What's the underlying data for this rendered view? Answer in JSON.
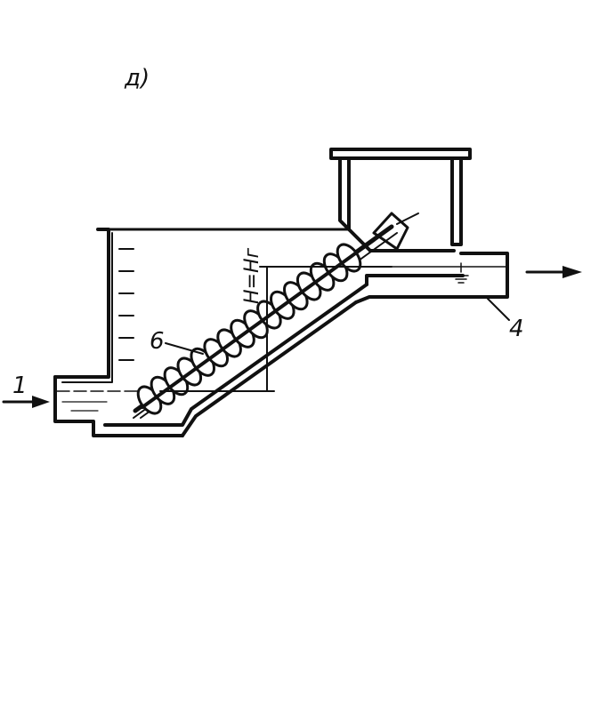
{
  "figure": {
    "panel_label": "д)",
    "dimension_label": "H=Hг",
    "callouts": [
      "1",
      "6",
      "4"
    ],
    "ink_color": "#111111",
    "background_color": "#ffffff"
  }
}
